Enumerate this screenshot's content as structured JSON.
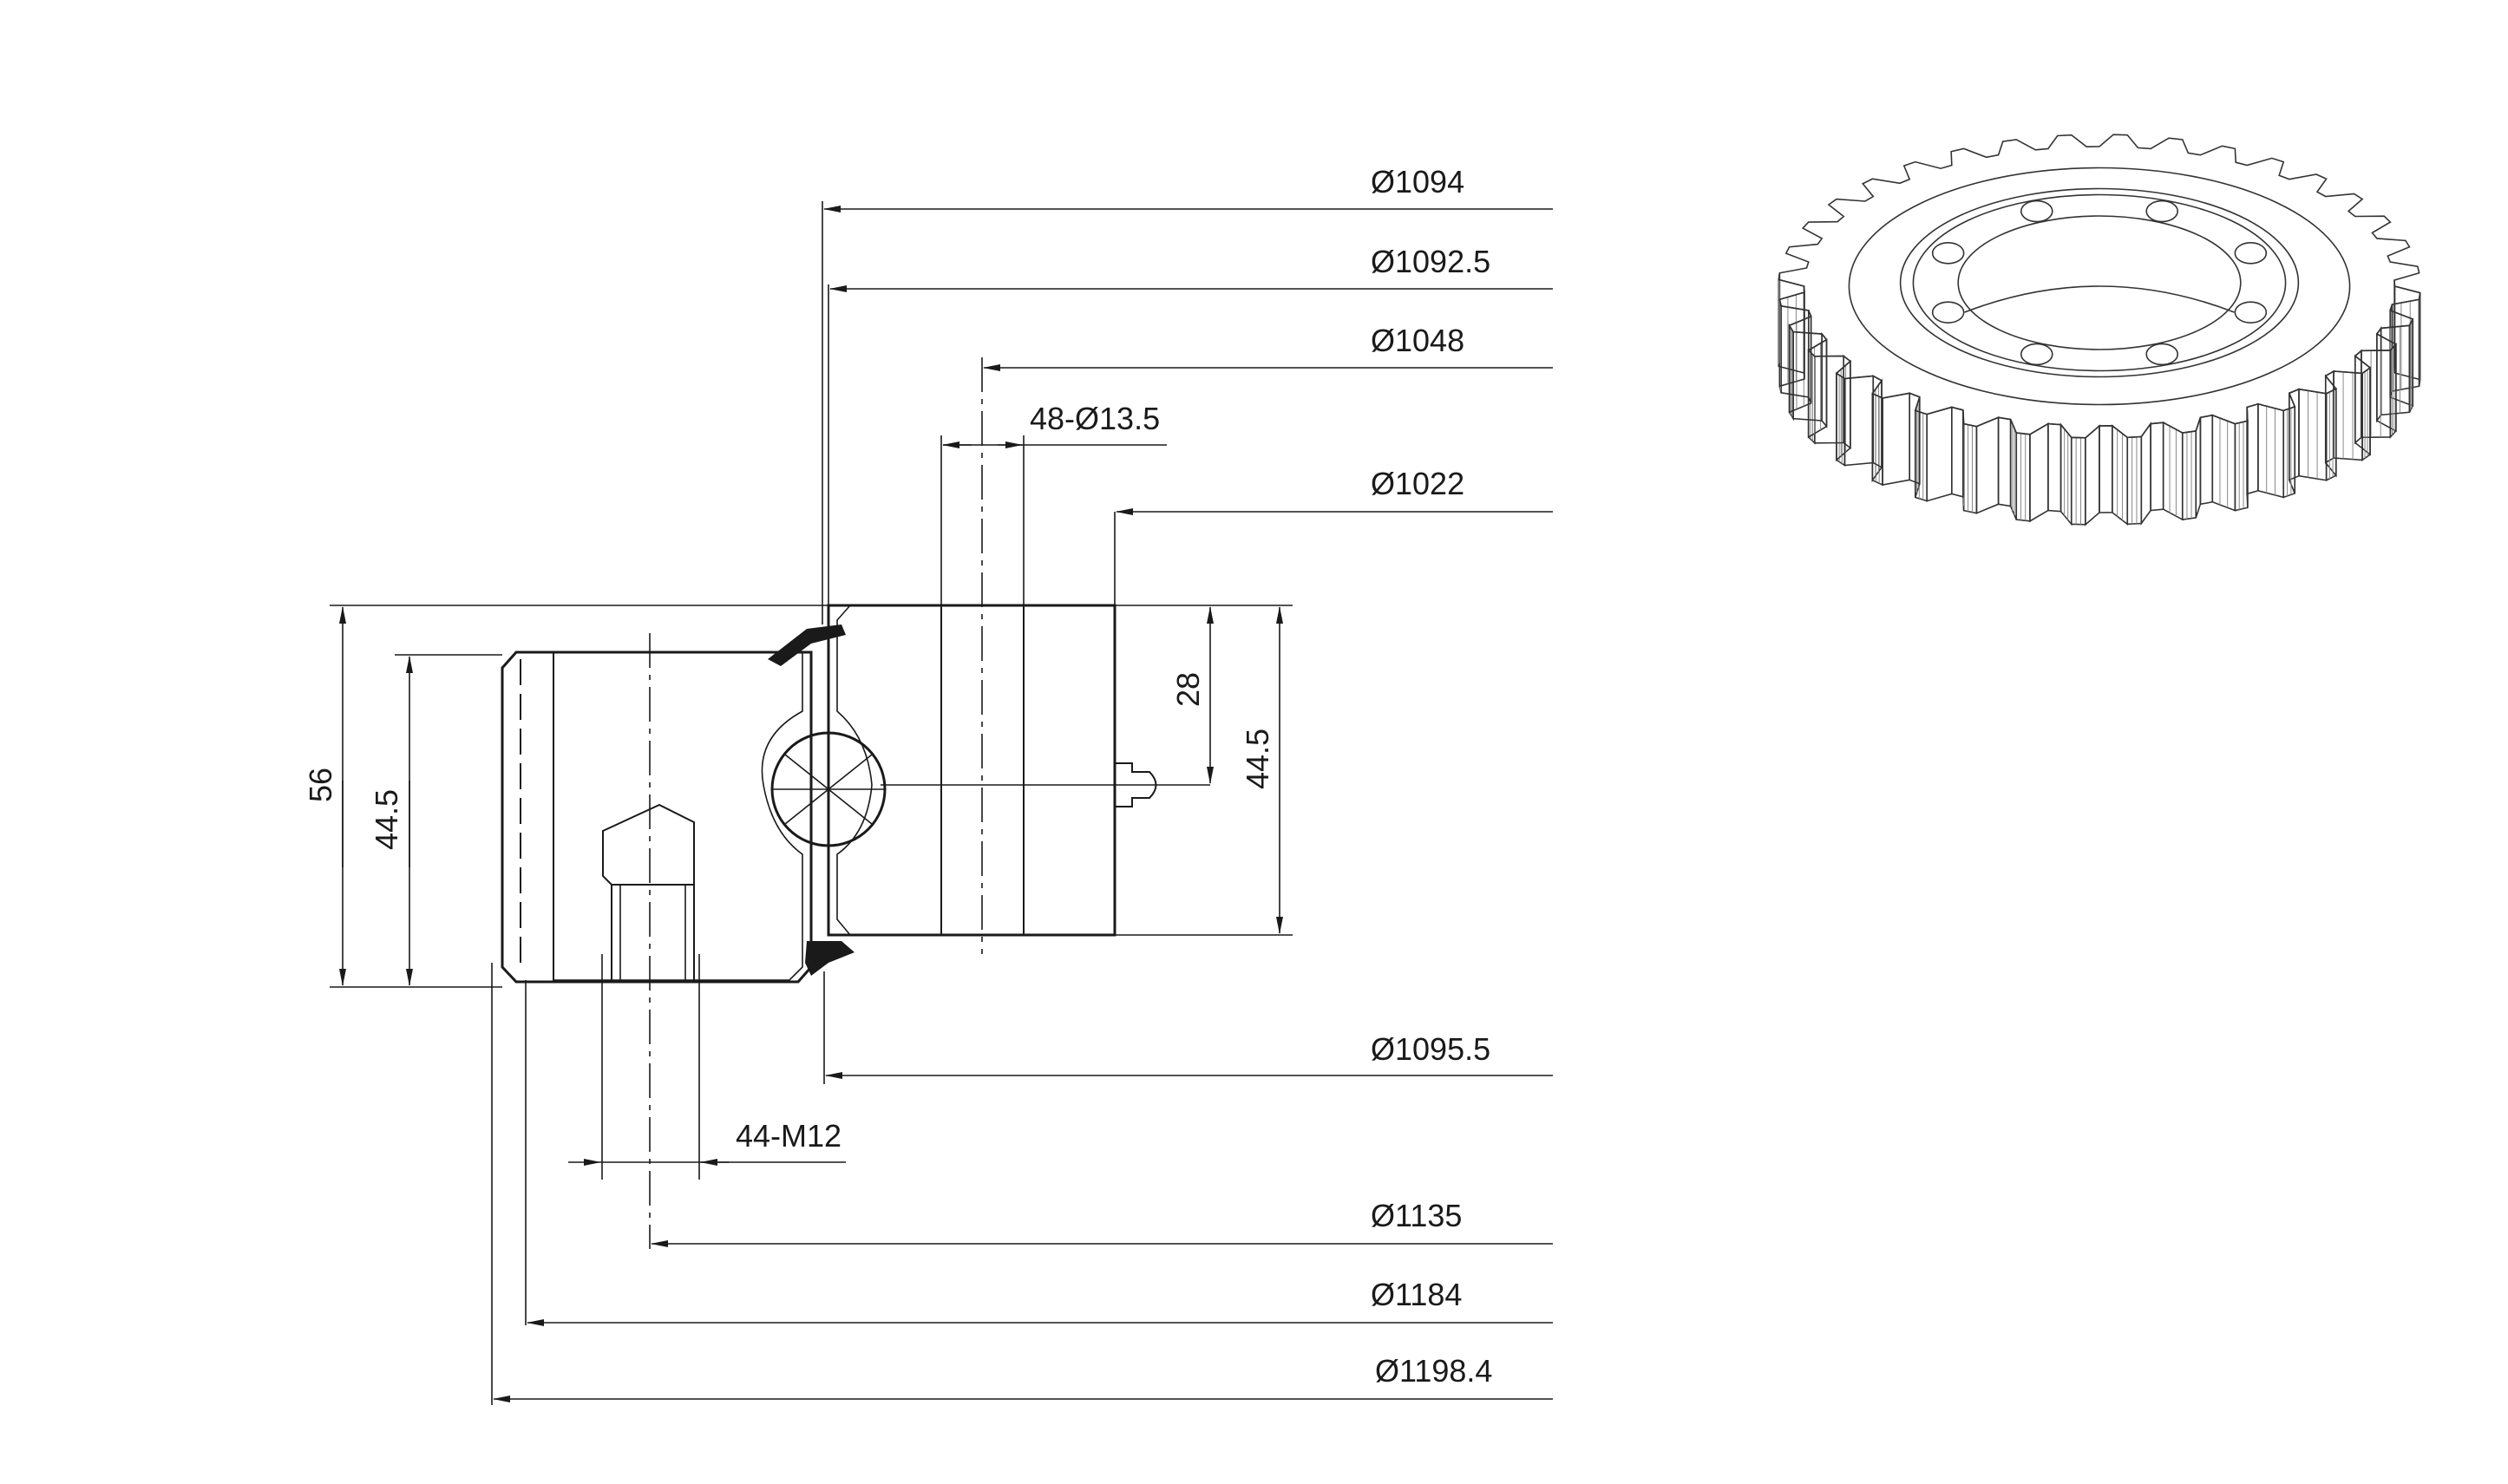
{
  "colors": {
    "line": "#1a1a1a",
    "background": "#ffffff"
  },
  "dimensions": {
    "d1094": "Ø1094",
    "d1092_5": "Ø1092.5",
    "d1048": "Ø1048",
    "holes": "48-Ø13.5",
    "d1022": "Ø1022",
    "d1095_5": "Ø1095.5",
    "threads": "44-M12",
    "d1135": "Ø1135",
    "d1184": "Ø1184",
    "d1198_4": "Ø1198.4",
    "h56": "56",
    "h44_5_left": "44.5",
    "h28": "28",
    "h44_5_right": "44.5"
  }
}
